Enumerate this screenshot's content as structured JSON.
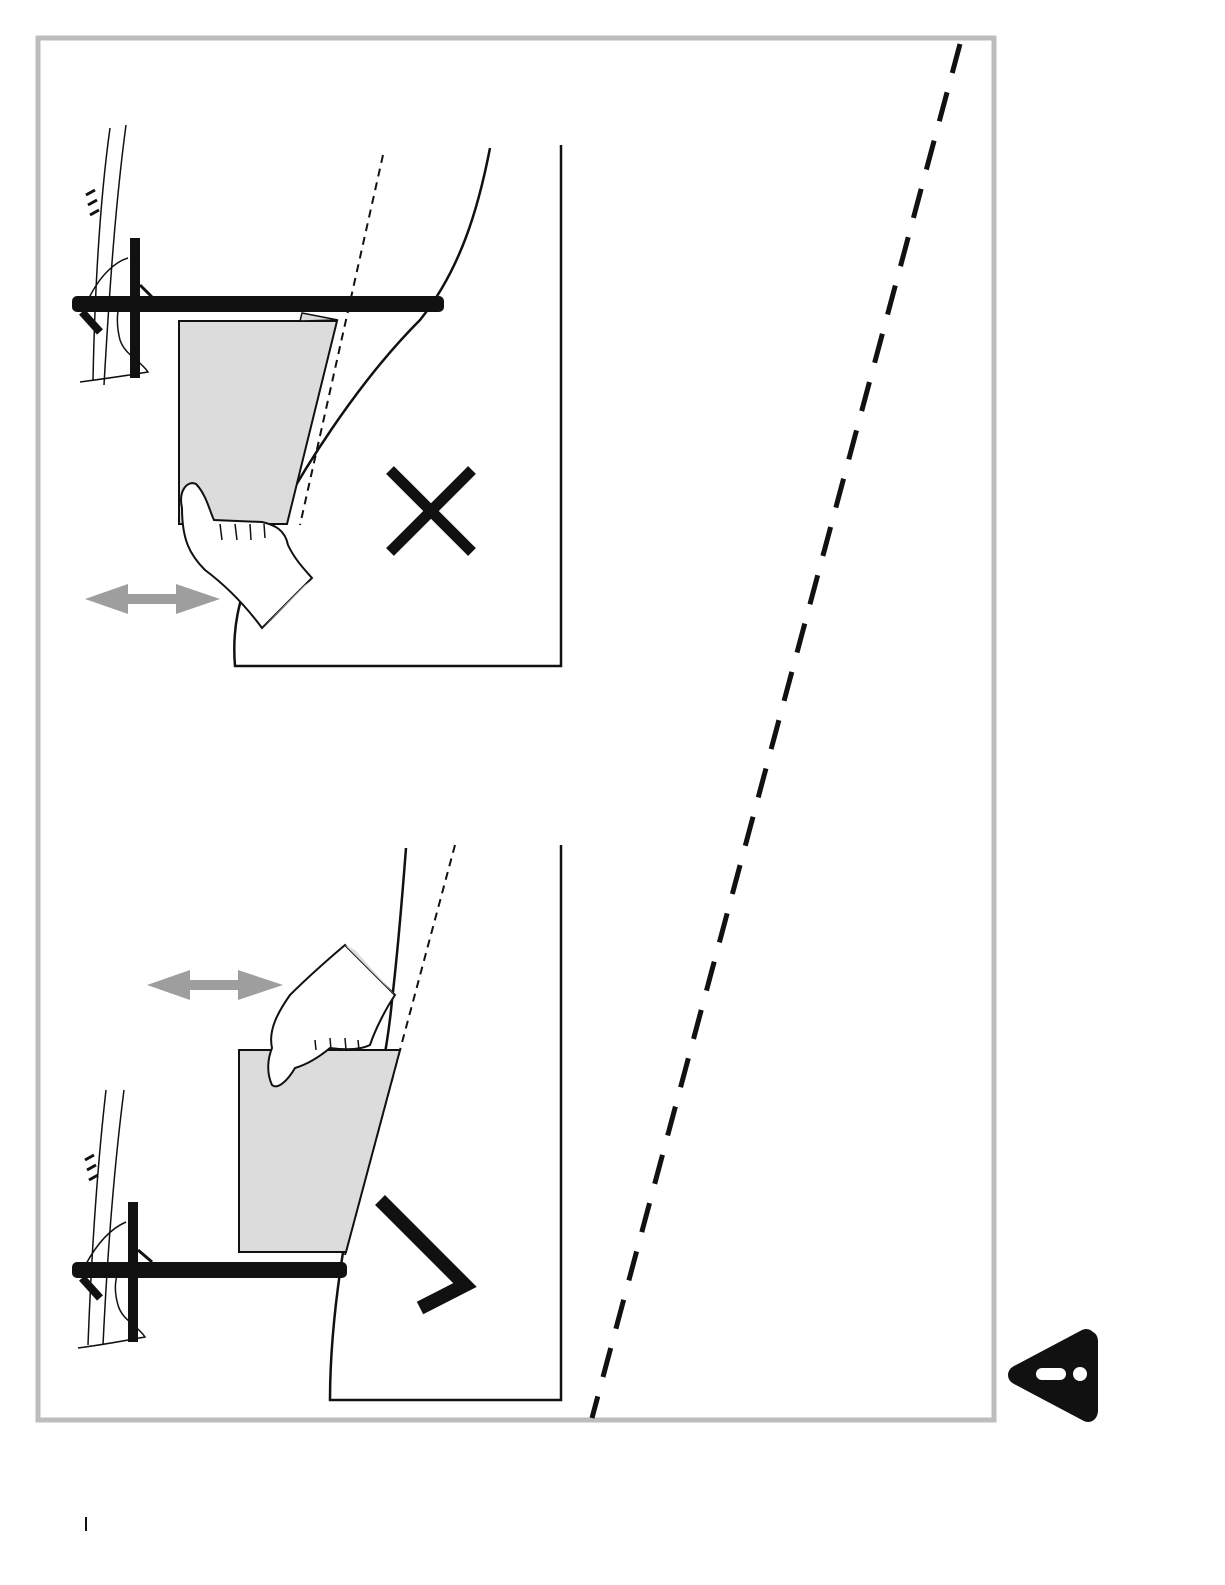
{
  "figures": [
    {
      "name": "incorrect-method",
      "verdict_icon": "cross-mark-icon",
      "meaning": "incorrect"
    },
    {
      "name": "correct-method",
      "verdict_icon": "check-mark-icon",
      "meaning": "correct"
    }
  ],
  "icons": {
    "warning": "warning-triangle-icon",
    "cut_line": "dashed-cut-line",
    "motion": "double-arrow-icon",
    "utility_pole": "utility-pole-icon",
    "hand": "hand-icon",
    "paper": "paper-sheet-icon"
  },
  "colors": {
    "frame": "#bdbdbd",
    "ink": "#111111",
    "paper_fill": "#dcdcdc",
    "arrow": "#9e9e9e"
  }
}
